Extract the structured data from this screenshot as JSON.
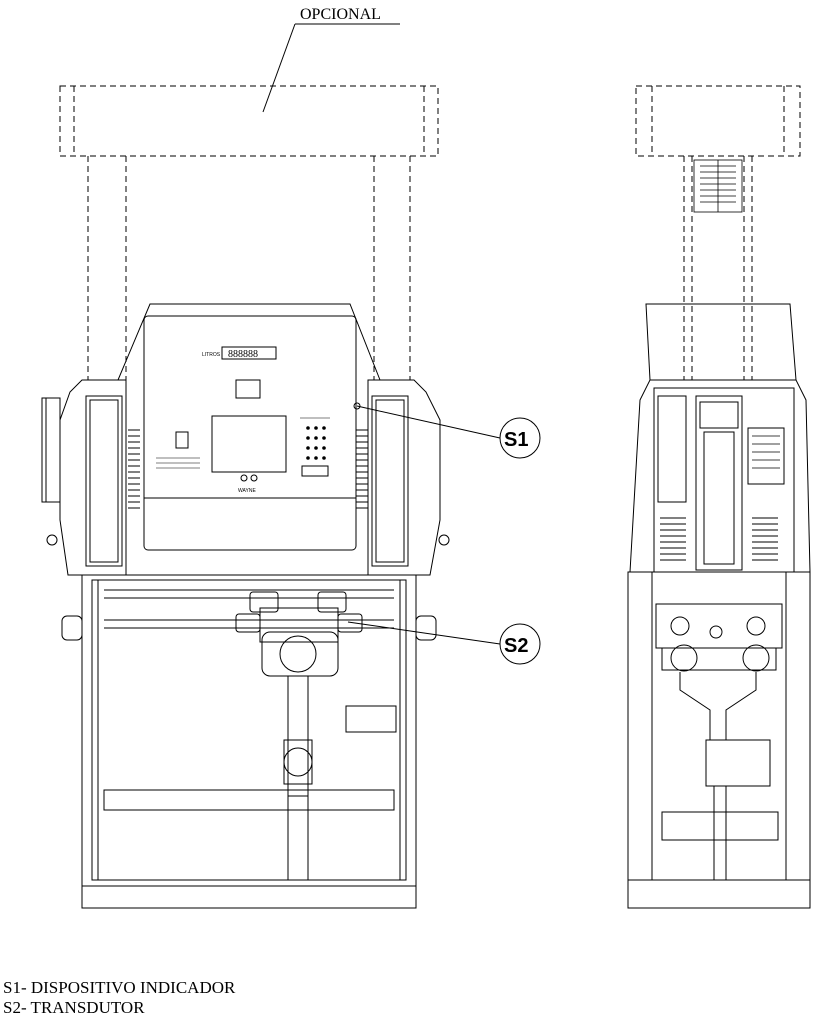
{
  "drawing": {
    "optional_label": "OPCIONAL",
    "display_label": "LITROS",
    "display_value": "888888",
    "front_bottom_label": "WAYNE",
    "callouts": [
      {
        "id": "S1"
      },
      {
        "id": "S2"
      }
    ]
  },
  "legend": {
    "items": [
      "S1- DISPOSITIVO INDICADOR",
      "S2- TRANSDUTOR"
    ]
  }
}
